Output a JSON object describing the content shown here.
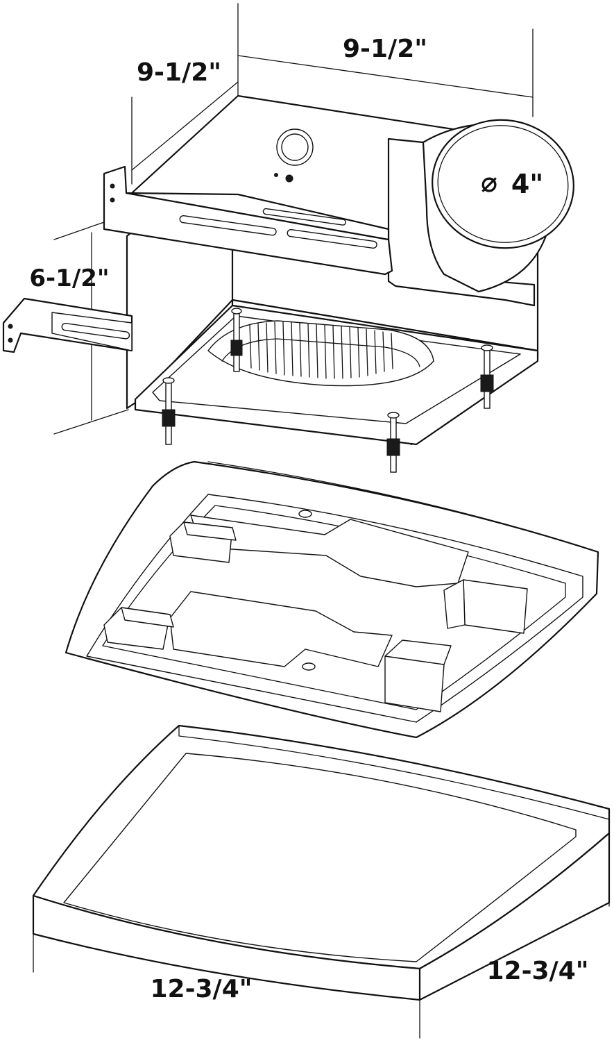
{
  "diagram": {
    "labels": {
      "housing_depth": "9-1/2\"",
      "housing_width": "9-1/2\"",
      "duct_diameter_symbol": "⌀",
      "duct_diameter": "4\"",
      "housing_height": "6-1/2\"",
      "grille_width": "12-3/4\"",
      "grille_depth": "12-3/4\""
    },
    "colors": {
      "line": "#111111",
      "fill": "#ffffff"
    }
  }
}
